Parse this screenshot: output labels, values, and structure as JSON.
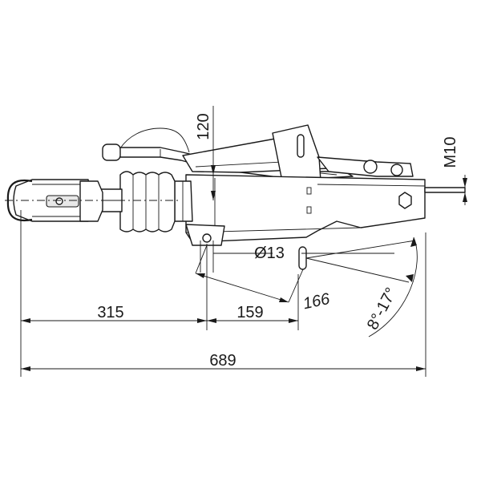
{
  "dimensions": {
    "length_front": "315",
    "length_mid": "159",
    "length_slot": "166",
    "length_total": "689",
    "height": "120",
    "hole_diameter": "Ø13",
    "thread": "M10",
    "angle_range": "8°-17°"
  }
}
